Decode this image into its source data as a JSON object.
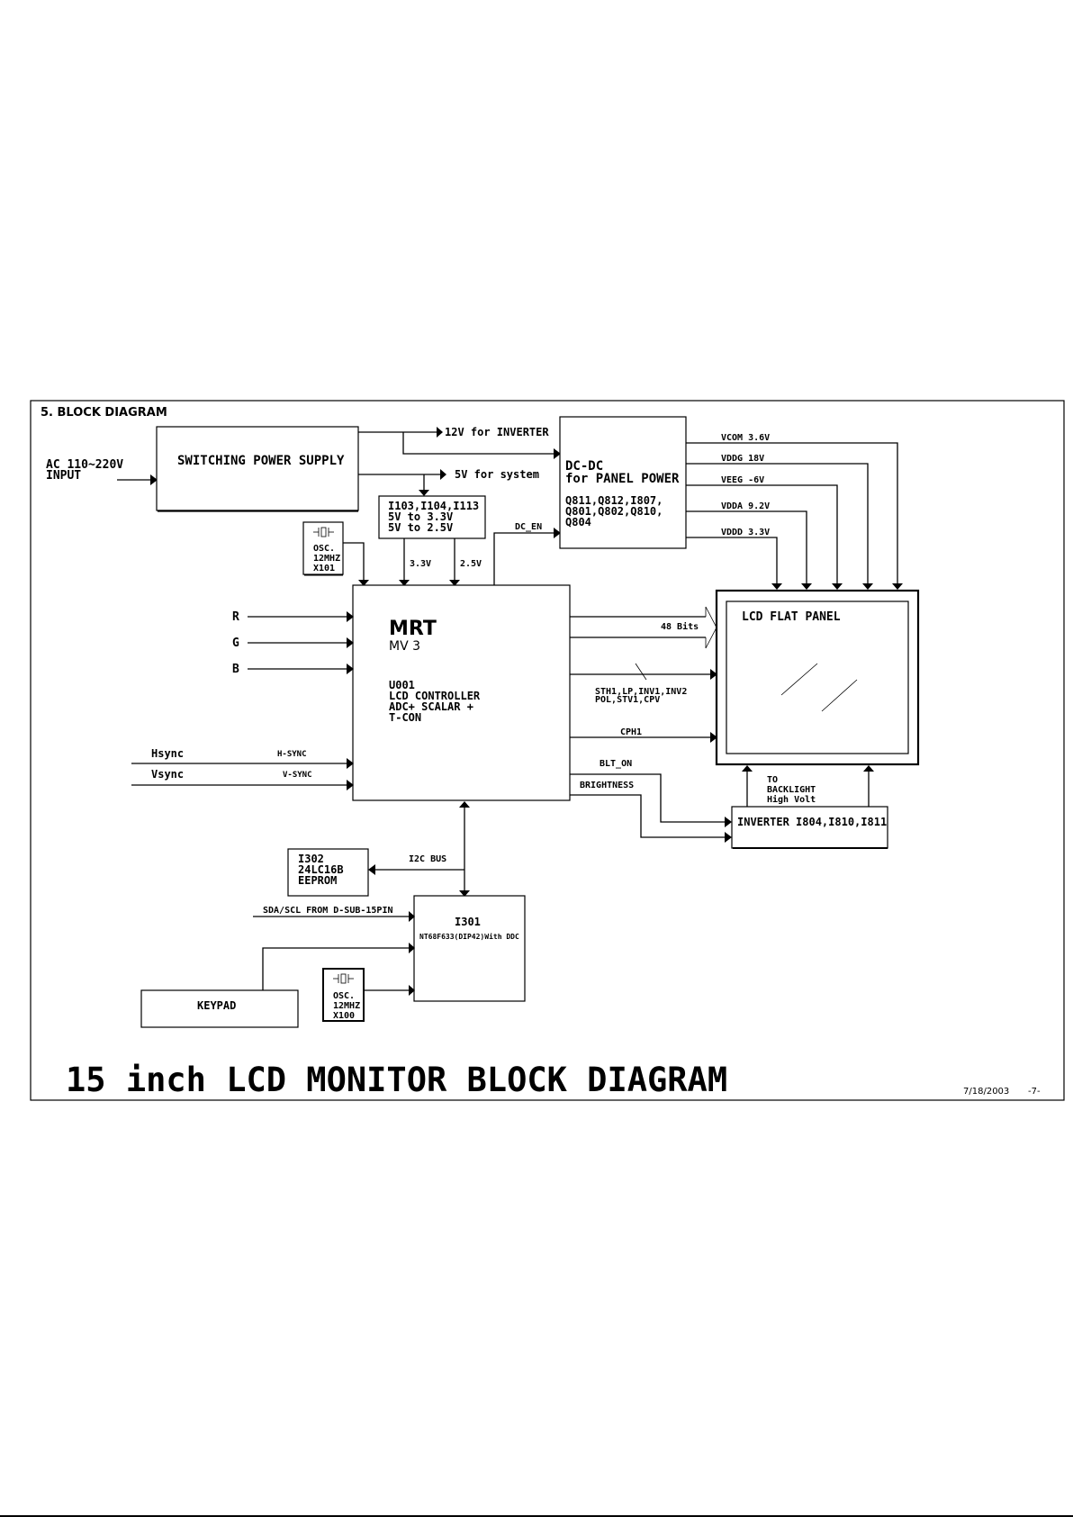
{
  "section_title": "5. BLOCK DIAGRAM",
  "main_title": "15 inch LCD MONITOR BLOCK DIAGRAM",
  "footer": {
    "date": "7/18/2003",
    "page": "-7-"
  },
  "input": {
    "line1": "AC 110~220V",
    "line2": "INPUT"
  },
  "power_supply": {
    "label": "SWITCHING POWER SUPPLY",
    "out_12v": "12V for INVERTER",
    "out_5v": "5V for system"
  },
  "regulator": {
    "lines": [
      "I103,I104,I113",
      "5V to 3.3V",
      "5V to 2.5V"
    ],
    "out_33": "3.3V",
    "out_25": "2.5V"
  },
  "dc_en": "DC_EN",
  "dcdc": {
    "lines": [
      "DC-DC",
      "for PANEL POWER"
    ],
    "parts": [
      "Q811,Q812,I807,",
      "Q801,Q802,Q810,",
      "Q804"
    ],
    "rails": [
      "VCOM 3.6V",
      "VDDG 18V",
      "VEEG  -6V",
      "VDDA 9.2V",
      "VDDD 3.3V"
    ]
  },
  "osc1": {
    "lines": [
      "OSC.",
      "12MHZ",
      "X101"
    ]
  },
  "osc2": {
    "lines": [
      "OSC.",
      "12MHZ",
      "X100"
    ]
  },
  "rgb": [
    "R",
    "G",
    "B"
  ],
  "sync": {
    "hsync": "Hsync",
    "vsync": "Vsync",
    "hsync_sig": "H-SYNC",
    "vsync_sig": "V-SYNC"
  },
  "mrt": {
    "brand": "MRT",
    "model": "MV 3",
    "lines": [
      "U001",
      "LCD CONTROLLER",
      "ADC+ SCALAR +",
      "T-CON"
    ]
  },
  "signals": {
    "bits": "48 Bits",
    "ctrl1": "STH1,LP,INV1,INV2",
    "ctrl2": "POL,STV1,CPV",
    "cph": "CPH1",
    "blt_on": "BLT_ON",
    "brightness": "BRIGHTNESS"
  },
  "panel": {
    "label": "LCD FLAT PANEL"
  },
  "backlight": {
    "lines": [
      "TO",
      "BACKLIGHT",
      "High Volt"
    ]
  },
  "inverter": {
    "label": "INVERTER I804,I810,I811"
  },
  "eeprom": {
    "lines": [
      "I302",
      "24LC16B",
      "EEPROM"
    ]
  },
  "i2c": "I2C BUS",
  "ddc": "SDA/SCL FROM D-SUB-15PIN",
  "mcu": {
    "name": "I301",
    "desc": "NT68F633(DIP42)With DDC"
  },
  "keypad": "KEYPAD"
}
